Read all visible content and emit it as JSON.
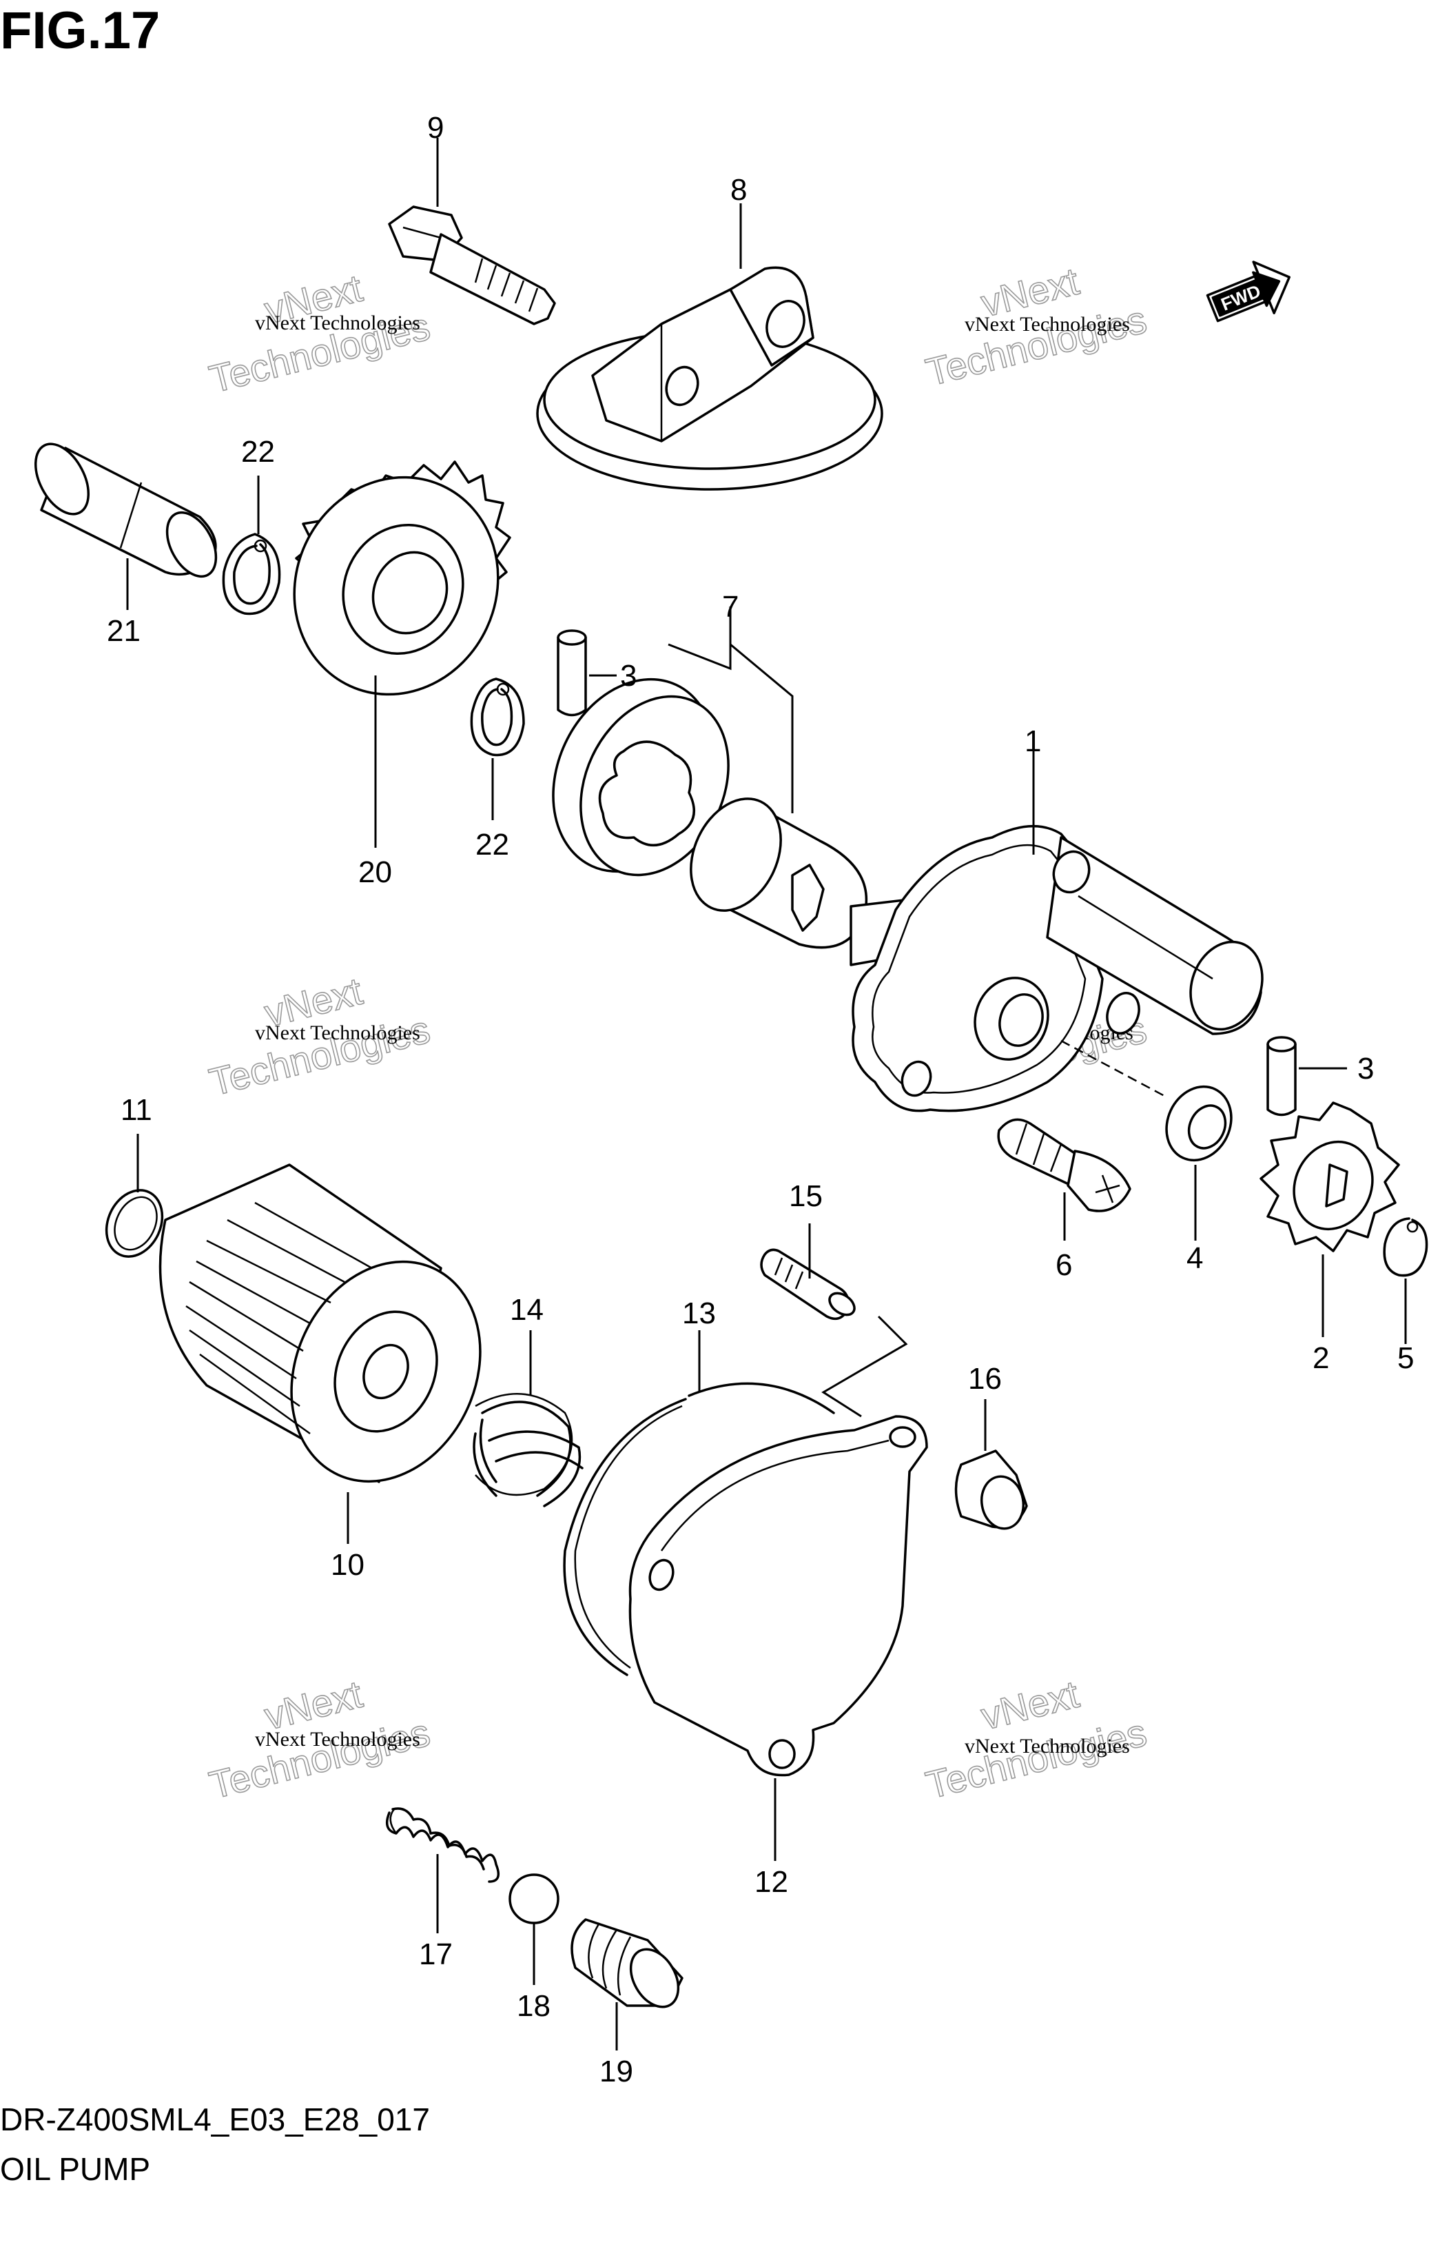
{
  "figure": {
    "title": "FIG.17",
    "code": "DR-Z400SML4_E03_E28_017",
    "name": "OIL PUMP",
    "fwd_label": "FWD"
  },
  "watermark": {
    "small_text": "vNext Technologies",
    "large_line1": "vNext",
    "large_line2": "Technologies"
  },
  "callouts": {
    "c1": "1",
    "c2": "2",
    "c3a": "3",
    "c3b": "3",
    "c4": "4",
    "c5": "5",
    "c6": "6",
    "c7": "7",
    "c8": "8",
    "c9": "9",
    "c10": "10",
    "c11": "11",
    "c12": "12",
    "c13": "13",
    "c14": "14",
    "c15": "15",
    "c16": "16",
    "c17": "17",
    "c18": "18",
    "c19": "19",
    "c20": "20",
    "c21": "21",
    "c22a": "22",
    "c22b": "22"
  }
}
